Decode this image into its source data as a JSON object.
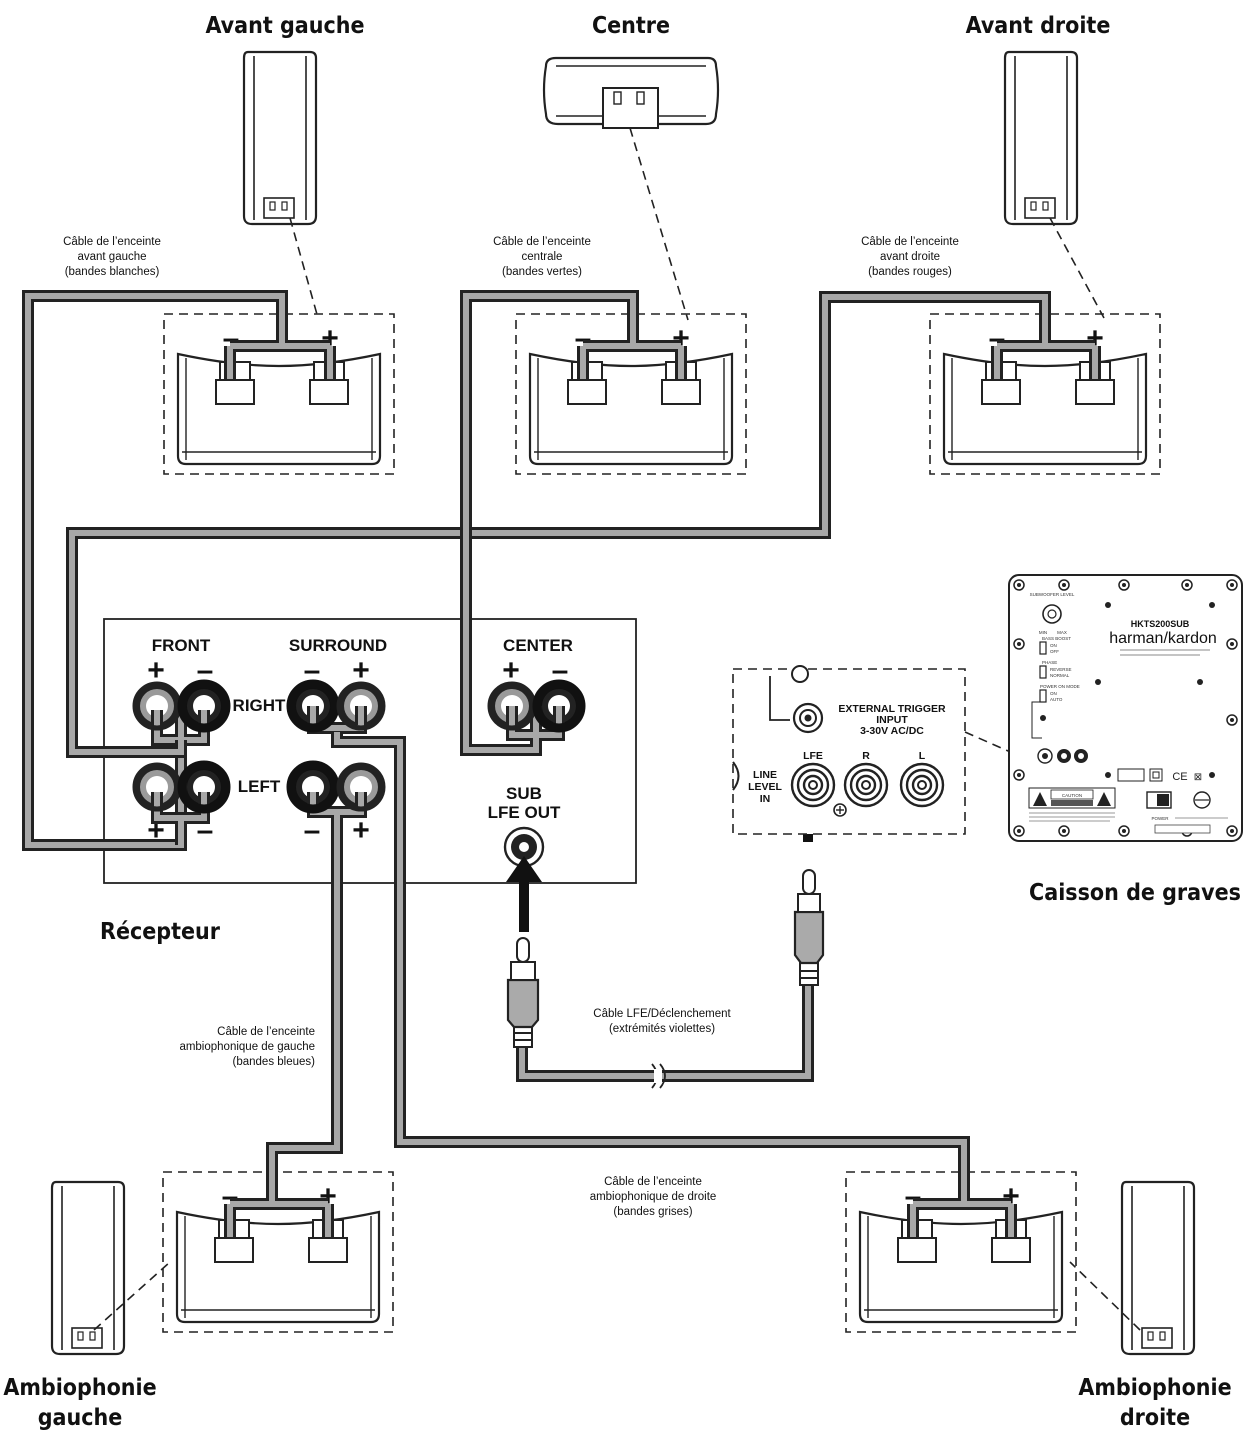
{
  "speakers": {
    "front_left": "Avant gauche",
    "center": "Centre",
    "front_right": "Avant droite",
    "surround_left_line1": "Ambiophonie",
    "surround_left_line2": "gauche",
    "surround_right_line1": "Ambiophonie",
    "surround_right_line2": "droite"
  },
  "cables": {
    "front_left": [
      "Câble de l’enceinte",
      "avant gauche",
      "(bandes blanches)"
    ],
    "center": [
      "Câble de l’enceinte",
      "centrale",
      "(bandes vertes)"
    ],
    "front_right": [
      "Câble de l’enceinte",
      "avant droite",
      "(bandes rouges)"
    ],
    "surround_left": [
      "Câble de l’enceinte",
      "ambiophonique de gauche",
      "(bandes bleues)"
    ],
    "surround_right": [
      "Câble de l’enceinte",
      "ambiophonique de droite",
      "(bandes grises)"
    ],
    "lfe": [
      "Câble LFE/Déclenchement",
      "(extrémités violettes)"
    ]
  },
  "receiver": {
    "title": "Récepteur",
    "front": "FRONT",
    "surround": "SURROUND",
    "center": "CENTER",
    "right": "RIGHT",
    "left": "LEFT",
    "sub_line1": "SUB",
    "sub_line2": "LFE OUT",
    "plus": "+",
    "minus": "–"
  },
  "sub_inset": {
    "trigger_line1": "EXTERNAL TRIGGER",
    "trigger_line2": "INPUT",
    "trigger_line3": "3-30V AC/DC",
    "line_level_1": "LINE",
    "line_level_2": "LEVEL",
    "line_level_3": "IN",
    "lfe": "LFE",
    "r": "R",
    "l": "L"
  },
  "subwoofer": {
    "title": "Caisson de graves",
    "model": "HKTS200SUB",
    "brand": "harman/kardon",
    "panel_level": "SUBWOOFER LEVEL",
    "panel_min": "MIN",
    "panel_max": "MAX",
    "panel_bass_boost": "BASS BOOST",
    "panel_on": "ON",
    "panel_off": "OFF",
    "panel_phase": "PHASE",
    "panel_reverse": "REVERSE",
    "panel_normal": "NORMAL",
    "panel_power_on_mode": "POWER ON MODE",
    "panel_auto": "AUTO",
    "panel_caution": "CAUTION",
    "panel_power": "POWER"
  },
  "colors": {
    "cable_outer": "#222222",
    "cable_inner": "#a8a8a8"
  }
}
